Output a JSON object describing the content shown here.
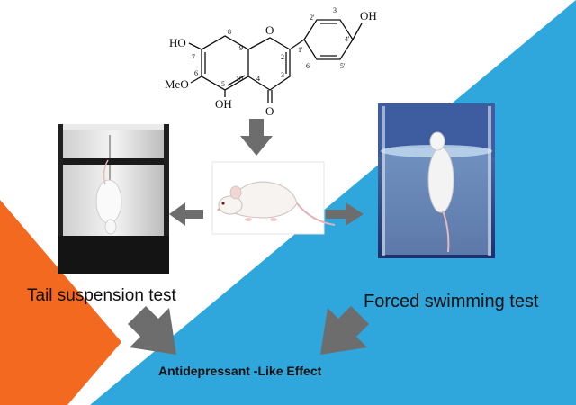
{
  "colors": {
    "background": "#ffffff",
    "blue": "#2fa7dd",
    "orange": "#f2691f",
    "arrow": "#6d6d6d"
  },
  "molecule": {
    "groups": {
      "ho7": "HO",
      "meo6": "MeO",
      "oh5": "OH",
      "oh4p": "OH",
      "ring_o": "O",
      "carbonyl_o": "O"
    },
    "numbers": [
      "8",
      "7",
      "6",
      "5",
      "10",
      "9",
      "4",
      "3",
      "2",
      "1'",
      "2'",
      "3'",
      "4'",
      "5'",
      "6'"
    ]
  },
  "labels": {
    "tail_suspension": "Tail suspension test",
    "forced_swimming": "Forced swimming test",
    "effect": "Antidepressant -Like Effect"
  }
}
